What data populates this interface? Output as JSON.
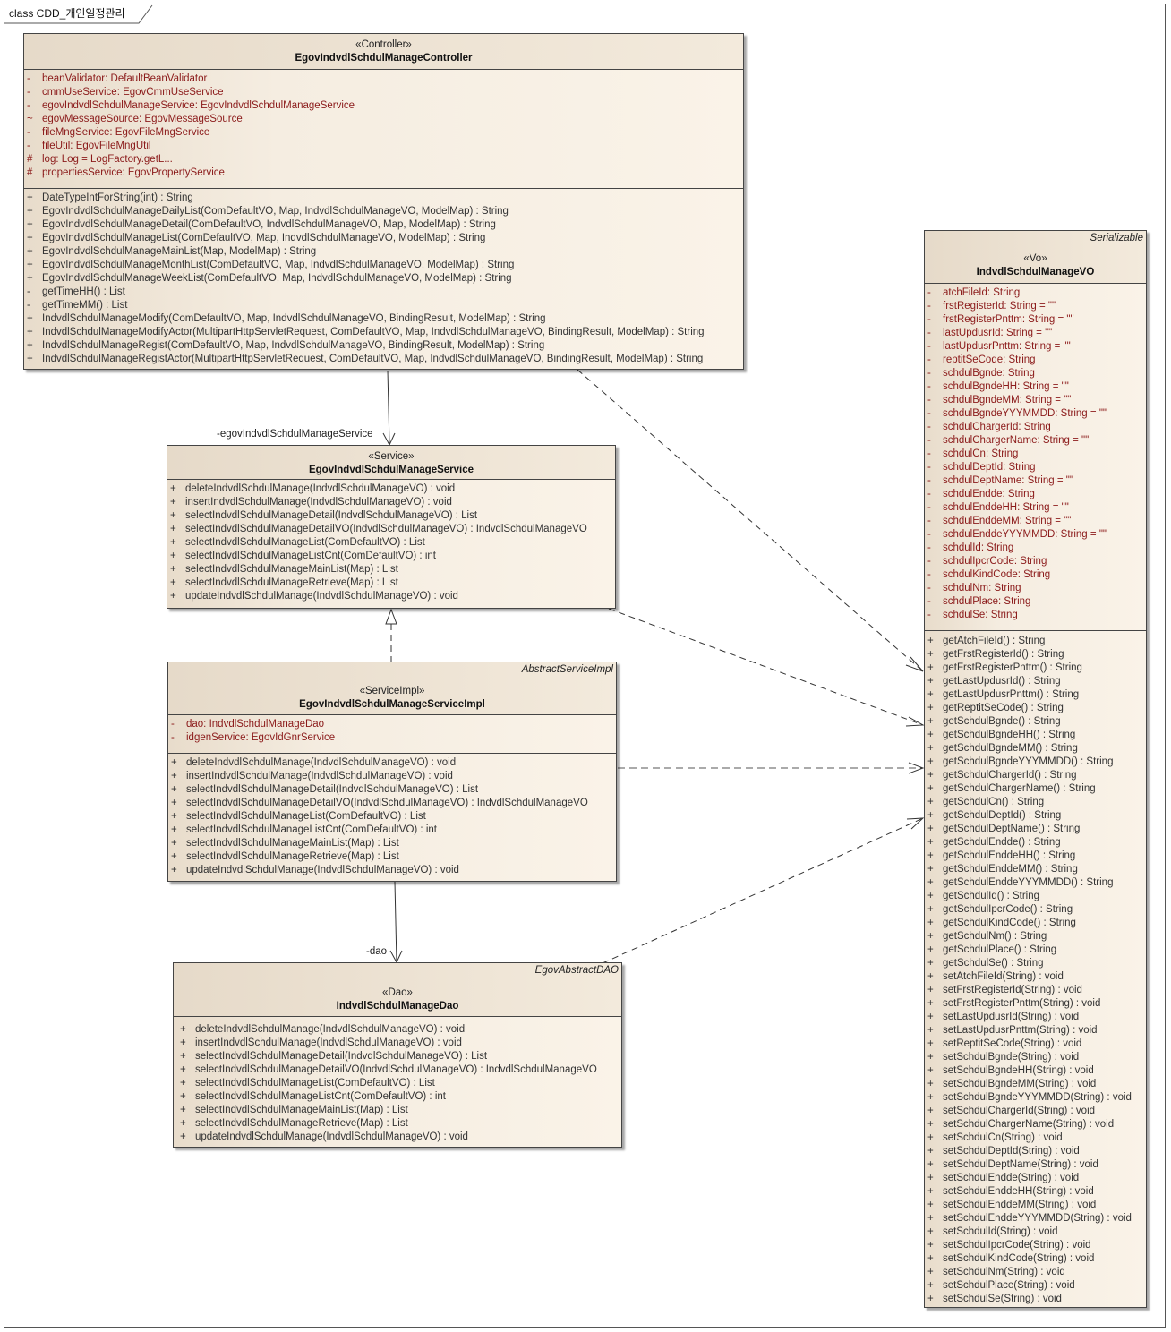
{
  "frame": {
    "title": "class CDD_개인일정관리"
  },
  "controller": {
    "stereotype": "«Controller»",
    "name": "EgovIndvdlSchdulManageController",
    "attributes": [
      {
        "vis": "-",
        "text": "beanValidator:  DefaultBeanValidator"
      },
      {
        "vis": "-",
        "text": "cmmUseService:  EgovCmmUseService"
      },
      {
        "vis": "-",
        "text": "egovIndvdlSchdulManageService:  EgovIndvdlSchdulManageService"
      },
      {
        "vis": "~",
        "text": "egovMessageSource:  EgovMessageSource"
      },
      {
        "vis": "-",
        "text": "fileMngService:  EgovFileMngService"
      },
      {
        "vis": "-",
        "text": "fileUtil:  EgovFileMngUtil"
      },
      {
        "vis": "#",
        "text": "log:  Log = LogFactory.getL..."
      },
      {
        "vis": "#",
        "text": "propertiesService:  EgovPropertyService"
      }
    ],
    "operations": [
      {
        "vis": "+",
        "text": "DateTypeIntForString(int) : String"
      },
      {
        "vis": "+",
        "text": "EgovIndvdlSchdulManageDailyList(ComDefaultVO, Map, IndvdlSchdulManageVO, ModelMap) : String"
      },
      {
        "vis": "+",
        "text": "EgovIndvdlSchdulManageDetail(ComDefaultVO, IndvdlSchdulManageVO, Map, ModelMap) : String"
      },
      {
        "vis": "+",
        "text": "EgovIndvdlSchdulManageList(ComDefaultVO, Map, IndvdlSchdulManageVO, ModelMap) : String"
      },
      {
        "vis": "+",
        "text": "EgovIndvdlSchdulManageMainList(Map, ModelMap) : String"
      },
      {
        "vis": "+",
        "text": "EgovIndvdlSchdulManageMonthList(ComDefaultVO, Map, IndvdlSchdulManageVO, ModelMap) : String"
      },
      {
        "vis": "+",
        "text": "EgovIndvdlSchdulManageWeekList(ComDefaultVO, Map, IndvdlSchdulManageVO, ModelMap) : String"
      },
      {
        "vis": "-",
        "text": "getTimeHH() : List"
      },
      {
        "vis": "-",
        "text": "getTimeMM() : List"
      },
      {
        "vis": "+",
        "text": "IndvdlSchdulManageModify(ComDefaultVO, Map, IndvdlSchdulManageVO, BindingResult, ModelMap) : String"
      },
      {
        "vis": "+",
        "text": "IndvdlSchdulManageModifyActor(MultipartHttpServletRequest, ComDefaultVO, Map, IndvdlSchdulManageVO, BindingResult, ModelMap) : String"
      },
      {
        "vis": "+",
        "text": "IndvdlSchdulManageRegist(ComDefaultVO, Map, IndvdlSchdulManageVO, BindingResult, ModelMap) : String"
      },
      {
        "vis": "+",
        "text": "IndvdlSchdulManageRegistActor(MultipartHttpServletRequest, ComDefaultVO, Map, IndvdlSchdulManageVO, BindingResult, ModelMap) : String"
      }
    ]
  },
  "service": {
    "stereotype": "«Service»",
    "name": "EgovIndvdlSchdulManageService",
    "role_label": "-egovIndvdlSchdulManageService",
    "operations": [
      {
        "vis": "+",
        "text": "deleteIndvdlSchdulManage(IndvdlSchdulManageVO) : void"
      },
      {
        "vis": "+",
        "text": "insertIndvdlSchdulManage(IndvdlSchdulManageVO) : void"
      },
      {
        "vis": "+",
        "text": "selectIndvdlSchdulManageDetail(IndvdlSchdulManageVO) : List"
      },
      {
        "vis": "+",
        "text": "selectIndvdlSchdulManageDetailVO(IndvdlSchdulManageVO) : IndvdlSchdulManageVO"
      },
      {
        "vis": "+",
        "text": "selectIndvdlSchdulManageList(ComDefaultVO) : List"
      },
      {
        "vis": "+",
        "text": "selectIndvdlSchdulManageListCnt(ComDefaultVO) : int"
      },
      {
        "vis": "+",
        "text": "selectIndvdlSchdulManageMainList(Map) : List"
      },
      {
        "vis": "+",
        "text": "selectIndvdlSchdulManageRetrieve(Map) : List"
      },
      {
        "vis": "+",
        "text": "updateIndvdlSchdulManage(IndvdlSchdulManageVO) : void"
      }
    ]
  },
  "service_impl": {
    "superclass": "AbstractServiceImpl",
    "stereotype": "«ServiceImpl»",
    "name": "EgovIndvdlSchdulManageServiceImpl",
    "attributes": [
      {
        "vis": "-",
        "text": "dao:  IndvdlSchdulManageDao"
      },
      {
        "vis": "-",
        "text": "idgenService:  EgovIdGnrService"
      }
    ],
    "operations": [
      {
        "vis": "+",
        "text": "deleteIndvdlSchdulManage(IndvdlSchdulManageVO) : void"
      },
      {
        "vis": "+",
        "text": "insertIndvdlSchdulManage(IndvdlSchdulManageVO) : void"
      },
      {
        "vis": "+",
        "text": "selectIndvdlSchdulManageDetail(IndvdlSchdulManageVO) : List"
      },
      {
        "vis": "+",
        "text": "selectIndvdlSchdulManageDetailVO(IndvdlSchdulManageVO) : IndvdlSchdulManageVO"
      },
      {
        "vis": "+",
        "text": "selectIndvdlSchdulManageList(ComDefaultVO) : List"
      },
      {
        "vis": "+",
        "text": "selectIndvdlSchdulManageListCnt(ComDefaultVO) : int"
      },
      {
        "vis": "+",
        "text": "selectIndvdlSchdulManageMainList(Map) : List"
      },
      {
        "vis": "+",
        "text": "selectIndvdlSchdulManageRetrieve(Map) : List"
      },
      {
        "vis": "+",
        "text": "updateIndvdlSchdulManage(IndvdlSchdulManageVO) : void"
      }
    ]
  },
  "dao": {
    "superclass": "EgovAbstractDAO",
    "stereotype": "«Dao»",
    "name": "IndvdlSchdulManageDao",
    "role_label": "-dao",
    "operations": [
      {
        "vis": "+",
        "text": "deleteIndvdlSchdulManage(IndvdlSchdulManageVO) : void"
      },
      {
        "vis": "+",
        "text": "insertIndvdlSchdulManage(IndvdlSchdulManageVO) : void"
      },
      {
        "vis": "+",
        "text": "selectIndvdlSchdulManageDetail(IndvdlSchdulManageVO) : List"
      },
      {
        "vis": "+",
        "text": "selectIndvdlSchdulManageDetailVO(IndvdlSchdulManageVO) : IndvdlSchdulManageVO"
      },
      {
        "vis": "+",
        "text": "selectIndvdlSchdulManageList(ComDefaultVO) : List"
      },
      {
        "vis": "+",
        "text": "selectIndvdlSchdulManageListCnt(ComDefaultVO) : int"
      },
      {
        "vis": "+",
        "text": "selectIndvdlSchdulManageMainList(Map) : List"
      },
      {
        "vis": "+",
        "text": "selectIndvdlSchdulManageRetrieve(Map) : List"
      },
      {
        "vis": "+",
        "text": "updateIndvdlSchdulManage(IndvdlSchdulManageVO) : void"
      }
    ]
  },
  "vo": {
    "superclass": "Serializable",
    "stereotype": "«Vo»",
    "name": "IndvdlSchdulManageVO",
    "attributes": [
      {
        "vis": "-",
        "text": "atchFileId:  String"
      },
      {
        "vis": "-",
        "text": "frstRegisterId:  String = \"\""
      },
      {
        "vis": "-",
        "text": "frstRegisterPnttm:  String = \"\""
      },
      {
        "vis": "-",
        "text": "lastUpdusrId:  String = \"\""
      },
      {
        "vis": "-",
        "text": "lastUpdusrPnttm:  String = \"\""
      },
      {
        "vis": "-",
        "text": "reptitSeCode:  String"
      },
      {
        "vis": "-",
        "text": "schdulBgnde:  String"
      },
      {
        "vis": "-",
        "text": "schdulBgndeHH:  String = \"\""
      },
      {
        "vis": "-",
        "text": "schdulBgndeMM:  String = \"\""
      },
      {
        "vis": "-",
        "text": "schdulBgndeYYYMMDD:  String = \"\""
      },
      {
        "vis": "-",
        "text": "schdulChargerId:  String"
      },
      {
        "vis": "-",
        "text": "schdulChargerName:  String = \"\""
      },
      {
        "vis": "-",
        "text": "schdulCn:  String"
      },
      {
        "vis": "-",
        "text": "schdulDeptId:  String"
      },
      {
        "vis": "-",
        "text": "schdulDeptName:  String = \"\""
      },
      {
        "vis": "-",
        "text": "schdulEndde:  String"
      },
      {
        "vis": "-",
        "text": "schdulEnddeHH:  String = \"\""
      },
      {
        "vis": "-",
        "text": "schdulEnddeMM:  String = \"\""
      },
      {
        "vis": "-",
        "text": "schdulEnddeYYYMMDD:  String = \"\""
      },
      {
        "vis": "-",
        "text": "schdulId:  String"
      },
      {
        "vis": "-",
        "text": "schdulIpcrCode:  String"
      },
      {
        "vis": "-",
        "text": "schdulKindCode:  String"
      },
      {
        "vis": "-",
        "text": "schdulNm:  String"
      },
      {
        "vis": "-",
        "text": "schdulPlace:  String"
      },
      {
        "vis": "-",
        "text": "schdulSe:  String"
      }
    ],
    "operations": [
      {
        "vis": "+",
        "text": "getAtchFileId() : String"
      },
      {
        "vis": "+",
        "text": "getFrstRegisterId() : String"
      },
      {
        "vis": "+",
        "text": "getFrstRegisterPnttm() : String"
      },
      {
        "vis": "+",
        "text": "getLastUpdusrId() : String"
      },
      {
        "vis": "+",
        "text": "getLastUpdusrPnttm() : String"
      },
      {
        "vis": "+",
        "text": "getReptitSeCode() : String"
      },
      {
        "vis": "+",
        "text": "getSchdulBgnde() : String"
      },
      {
        "vis": "+",
        "text": "getSchdulBgndeHH() : String"
      },
      {
        "vis": "+",
        "text": "getSchdulBgndeMM() : String"
      },
      {
        "vis": "+",
        "text": "getSchdulBgndeYYYMMDD() : String"
      },
      {
        "vis": "+",
        "text": "getSchdulChargerId() : String"
      },
      {
        "vis": "+",
        "text": "getSchdulChargerName() : String"
      },
      {
        "vis": "+",
        "text": "getSchdulCn() : String"
      },
      {
        "vis": "+",
        "text": "getSchdulDeptId() : String"
      },
      {
        "vis": "+",
        "text": "getSchdulDeptName() : String"
      },
      {
        "vis": "+",
        "text": "getSchdulEndde() : String"
      },
      {
        "vis": "+",
        "text": "getSchdulEnddeHH() : String"
      },
      {
        "vis": "+",
        "text": "getSchdulEnddeMM() : String"
      },
      {
        "vis": "+",
        "text": "getSchdulEnddeYYYMMDD() : String"
      },
      {
        "vis": "+",
        "text": "getSchdulId() : String"
      },
      {
        "vis": "+",
        "text": "getSchdulIpcrCode() : String"
      },
      {
        "vis": "+",
        "text": "getSchdulKindCode() : String"
      },
      {
        "vis": "+",
        "text": "getSchdulNm() : String"
      },
      {
        "vis": "+",
        "text": "getSchdulPlace() : String"
      },
      {
        "vis": "+",
        "text": "getSchdulSe() : String"
      },
      {
        "vis": "+",
        "text": "setAtchFileId(String) : void"
      },
      {
        "vis": "+",
        "text": "setFrstRegisterId(String) : void"
      },
      {
        "vis": "+",
        "text": "setFrstRegisterPnttm(String) : void"
      },
      {
        "vis": "+",
        "text": "setLastUpdusrId(String) : void"
      },
      {
        "vis": "+",
        "text": "setLastUpdusrPnttm(String) : void"
      },
      {
        "vis": "+",
        "text": "setReptitSeCode(String) : void"
      },
      {
        "vis": "+",
        "text": "setSchdulBgnde(String) : void"
      },
      {
        "vis": "+",
        "text": "setSchdulBgndeHH(String) : void"
      },
      {
        "vis": "+",
        "text": "setSchdulBgndeMM(String) : void"
      },
      {
        "vis": "+",
        "text": "setSchdulBgndeYYYMMDD(String) : void"
      },
      {
        "vis": "+",
        "text": "setSchdulChargerId(String) : void"
      },
      {
        "vis": "+",
        "text": "setSchdulChargerName(String) : void"
      },
      {
        "vis": "+",
        "text": "setSchdulCn(String) : void"
      },
      {
        "vis": "+",
        "text": "setSchdulDeptId(String) : void"
      },
      {
        "vis": "+",
        "text": "setSchdulDeptName(String) : void"
      },
      {
        "vis": "+",
        "text": "setSchdulEndde(String) : void"
      },
      {
        "vis": "+",
        "text": "setSchdulEnddeHH(String) : void"
      },
      {
        "vis": "+",
        "text": "setSchdulEnddeMM(String) : void"
      },
      {
        "vis": "+",
        "text": "setSchdulEnddeYYYMMDD(String) : void"
      },
      {
        "vis": "+",
        "text": "setSchdulId(String) : void"
      },
      {
        "vis": "+",
        "text": "setSchdulIpcrCode(String) : void"
      },
      {
        "vis": "+",
        "text": "setSchdulKindCode(String) : void"
      },
      {
        "vis": "+",
        "text": "setSchdulNm(String) : void"
      },
      {
        "vis": "+",
        "text": "setSchdulPlace(String) : void"
      },
      {
        "vis": "+",
        "text": "setSchdulSe(String) : void"
      }
    ]
  },
  "colors": {
    "attribute_text": "#8b1a1a",
    "operation_text": "#333333",
    "class_fill": "#f5ede1",
    "border": "#444444"
  }
}
